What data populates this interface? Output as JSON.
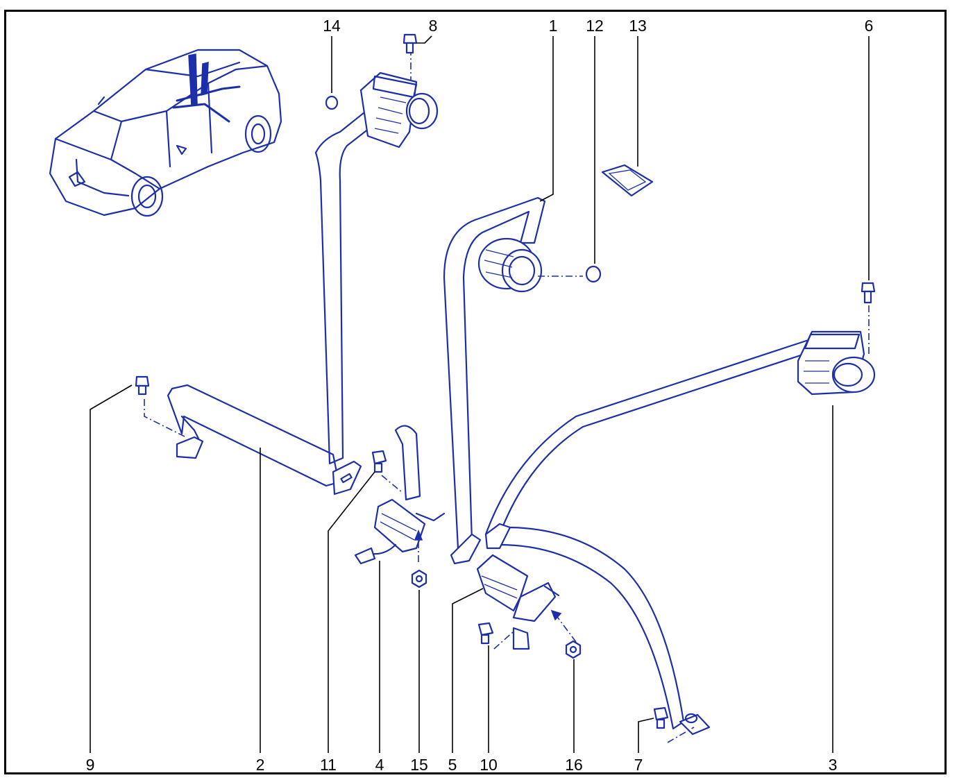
{
  "diagram": {
    "callouts": {
      "c1": "1",
      "c2": "2",
      "c3": "3",
      "c4": "4",
      "c5": "5",
      "c6": "6",
      "c7": "7",
      "c8": "8",
      "c9": "9",
      "c10": "10",
      "c11": "11",
      "c12": "12",
      "c13": "13",
      "c14": "14",
      "c15": "15",
      "c16": "16"
    },
    "line_color": "#1d2fa8",
    "label_color": "#000000"
  }
}
